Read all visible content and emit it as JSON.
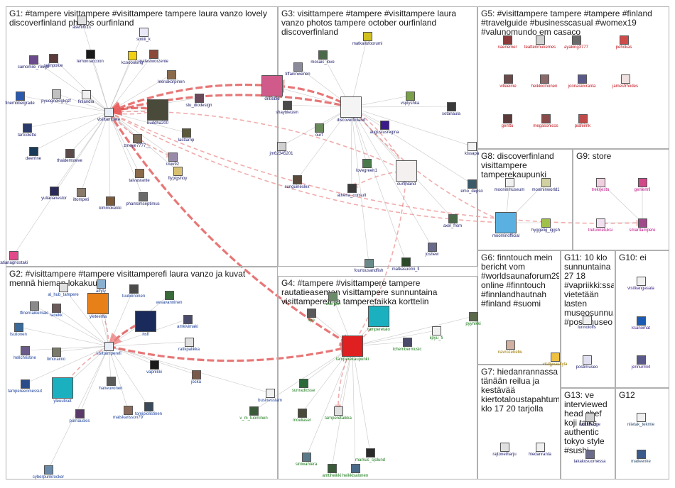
{
  "groups": [
    {
      "id": "G1",
      "title": "G1: #tampere visittampere #visittampere tampere laura vanzo lovely discoverfinland photos ourfinland"
    },
    {
      "id": "G2",
      "title": "G2: #visittampere #tampere visittamperefi laura vanzo ja kuvat mennä hieman lokakuun"
    },
    {
      "id": "G3",
      "title": "G3: visittampere #tampere #visittampere laura vanzo photos tampere october ourfinland discoverfinland"
    },
    {
      "id": "G4",
      "title": "G4: #tampere #visittampere tampere rautatieaseman visittampere sunnuntaina visittamperefi ja tamperetaikka korttelin"
    },
    {
      "id": "G5",
      "title": "G5: #visittampere tampere #tampere #finland #travelguide #businesscasual #womex19 #valunomundo em casaco"
    },
    {
      "id": "G6",
      "title": "G6: finntouch mein bericht vom #worldsaunaforum29... online #finntouch #finnlandhautnah #finland #suomi"
    },
    {
      "id": "G7",
      "title": "G7: hiedanrannassa tänään reilua ja kestävää kiertotaloustapahtuma klo 17 20 tarjolla"
    },
    {
      "id": "G8",
      "title": "G8: discoverfinland visittampere tamperekaupunki"
    },
    {
      "id": "G9",
      "title": "G9: store"
    },
    {
      "id": "G10",
      "title": "G10: ei"
    },
    {
      "id": "G11",
      "title": "G11: 10 klo sunnuntaina 27 18 #vapriikki:ssa vietetään lasten museosunnu... #postimuseo"
    },
    {
      "id": "G12",
      "title": "G12"
    },
    {
      "id": "G13",
      "title": "G13: ve interviewed head chef koji talks authentic tokyo style #sushi"
    }
  ],
  "nodes": [
    {
      "id": "visittampere",
      "g": "G1",
      "color": "#e8eef8",
      "big": false
    },
    {
      "id": "buddha200",
      "g": "G1",
      "color": "#4a4a3a",
      "big": true
    },
    {
      "id": "stu_diodesign",
      "g": "G1",
      "color": "#6a4a5a",
      "big": false
    },
    {
      "id": "lasttamp",
      "g": "G1",
      "color": "#5a5a3a",
      "big": false
    },
    {
      "id": "zmeye7777__",
      "g": "G1",
      "color": "#7a6a5a",
      "big": false
    },
    {
      "id": "uluu92",
      "g": "G1",
      "color": "#9a8aaa",
      "big": false
    },
    {
      "id": "taivasrante",
      "g": "G1",
      "color": "#8a6a4a",
      "big": false
    },
    {
      "id": "flypigshoy",
      "g": "G1",
      "color": "#d8c070",
      "big": false
    },
    {
      "id": "phantomseptimus",
      "g": "G1",
      "color": "#6a6a6a",
      "big": false
    },
    {
      "id": "kimmokekki",
      "g": "G1",
      "color": "#7a5a3a",
      "big": false
    },
    {
      "id": "iltompeti",
      "g": "G1",
      "color": "#8a7a6a",
      "big": false
    },
    {
      "id": "yuliananestor",
      "g": "G1",
      "color": "#2a2a5a",
      "big": false
    },
    {
      "id": "thaidemsteve",
      "g": "G1",
      "color": "#5a4a4a",
      "big": false
    },
    {
      "id": "deerrine",
      "g": "G1",
      "color": "#1a3a5a",
      "big": false
    },
    {
      "id": "tartcolette",
      "g": "G1",
      "color": "#2a3a6a",
      "big": false
    },
    {
      "id": "finembbelgrade",
      "g": "G1",
      "color": "#2a5ab0",
      "big": false
    },
    {
      "id": "pyuogneklgkgzf",
      "g": "G1",
      "color": "#c0c0c0",
      "big": false
    },
    {
      "id": "finlandia",
      "g": "G1",
      "color": "#f0f0f0",
      "big": false
    },
    {
      "id": "camomile_rouge",
      "g": "G1",
      "color": "#6a4a8a",
      "big": false
    },
    {
      "id": "celinpolue",
      "g": "G1",
      "color": "#5a3a3a",
      "big": false
    },
    {
      "id": "lemonraccoon",
      "g": "G1",
      "color": "#1a1a1a",
      "big": false
    },
    {
      "id": "kcooooking",
      "g": "G1",
      "color": "#f0d010",
      "big": false
    },
    {
      "id": "malestworzenie",
      "g": "G1",
      "color": "#8a4a3a",
      "big": false
    },
    {
      "id": "leenakorpinen",
      "g": "G1",
      "color": "#8a6a4a",
      "big": false
    },
    {
      "id": "smiiii_k",
      "g": "G1",
      "color": "#e8e8f8",
      "big": false
    },
    {
      "id": "asenim1s",
      "g": "G1",
      "color": "#e0e0e0",
      "big": false
    },
    {
      "id": "tatianagnostaki",
      "g": "G1",
      "color": "#e04a8a",
      "big": false
    },
    {
      "id": "dribbble",
      "g": "G3",
      "color": "#d05a8a",
      "big": true
    },
    {
      "id": "shaybleizen",
      "g": "G3",
      "color": "#4a4a4a",
      "big": false
    },
    {
      "id": "discoverfinland",
      "g": "G3",
      "color": "#f4f4f4",
      "big": true
    },
    {
      "id": "ourfinland",
      "g": "G3",
      "color": "#f4f0f0",
      "big": true
    },
    {
      "id": "tiffaninwenen",
      "g": "G3",
      "color": "#8a8a9a",
      "big": false
    },
    {
      "id": "mosaic_love",
      "g": "G3",
      "color": "#4a6a4a",
      "big": false
    },
    {
      "id": "matkailufoorumi",
      "g": "G3",
      "color": "#d0c020",
      "big": false
    },
    {
      "id": "vsplyshka",
      "g": "G3",
      "color": "#7aa04a",
      "big": false
    },
    {
      "id": "sotanaula",
      "g": "G3",
      "color": "#3a3a3a",
      "big": false
    },
    {
      "id": "augustusregina",
      "g": "G3",
      "color": "#3a1a8a",
      "big": false
    },
    {
      "id": "ourf",
      "g": "G3",
      "color": "#6a8a5a",
      "big": false
    },
    {
      "id": "jm62345201",
      "g": "G3",
      "color": "#d0d0d0",
      "big": false
    },
    {
      "id": "lovegreen1",
      "g": "G3",
      "color": "#4a7a4a",
      "big": false
    },
    {
      "id": "athena_consult",
      "g": "G3",
      "color": "#3a3a3a",
      "big": false
    },
    {
      "id": "sunguineslex",
      "g": "G3",
      "color": "#5a4a3a",
      "big": false
    },
    {
      "id": "kissapa",
      "g": "G3",
      "color": "#f4f4f4",
      "big": false
    },
    {
      "id": "emo_depso",
      "g": "G3",
      "color": "#3a5a6a",
      "big": false
    },
    {
      "id": "axel_from",
      "g": "G3",
      "color": "#4a6a4a",
      "big": false
    },
    {
      "id": "joshew",
      "g": "G3",
      "color": "#6a6a8a",
      "big": false
    },
    {
      "id": "matkasuomi_fi",
      "g": "G3",
      "color": "#2a4a2a",
      "big": false
    },
    {
      "id": "fourtousandfish",
      "g": "G3",
      "color": "#6a8a8a",
      "big": false
    },
    {
      "id": "visittamperefi",
      "g": "G2",
      "color": "#e8eef8",
      "big": false
    },
    {
      "id": "hsfi",
      "g": "G2",
      "color": "#1a2a5a",
      "big": true
    },
    {
      "id": "yleteema",
      "g": "G2",
      "color": "#e8801a",
      "big": true
    },
    {
      "id": "yleuutiset",
      "g": "G2",
      "color": "#1ab0c0",
      "big": true
    },
    {
      "id": "aifyty",
      "g": "G2",
      "color": "#8ab0d0",
      "big": false
    },
    {
      "id": "tuulioinonen",
      "g": "G2",
      "color": "#4a4a4a",
      "big": false
    },
    {
      "id": "vesavanninen",
      "g": "G2",
      "color": "#3a6a3a",
      "big": false
    },
    {
      "id": "amkivimaki",
      "g": "G2",
      "color": "#4a4a6a",
      "big": false
    },
    {
      "id": "ratikpalikka",
      "g": "G2",
      "color": "#e0e0e0",
      "big": false
    },
    {
      "id": "vapriikki",
      "g": "G2",
      "color": "#1a1a1a",
      "big": false
    },
    {
      "id": "jocka",
      "g": "G2",
      "color": "#7a5a4a",
      "big": false
    },
    {
      "id": "haneuvonen",
      "g": "G2",
      "color": "#5a5a5a",
      "big": false
    },
    {
      "id": "tomipiolistinen",
      "g": "G2",
      "color": "#3a4a5a",
      "big": false
    },
    {
      "id": "matskarisson79",
      "g": "G2",
      "color": "#8a6a5a",
      "big": false
    },
    {
      "id": "purnauskis",
      "g": "G2",
      "color": "#5a3a6a",
      "big": false
    },
    {
      "id": "tampereenmessut",
      "g": "G2",
      "color": "#2a4a8a",
      "big": false
    },
    {
      "id": "timorainio",
      "g": "G2",
      "color": "#7a7a6a",
      "big": false
    },
    {
      "id": "hellchristine",
      "g": "G2",
      "color": "#6a5a8a",
      "big": false
    },
    {
      "id": "lsuiionen",
      "g": "G2",
      "color": "#3a6a9a",
      "big": false
    },
    {
      "id": "ranekk",
      "g": "G2",
      "color": "#6a5a5a",
      "big": false
    },
    {
      "id": "tfinernaikemaki",
      "g": "G2",
      "color": "#8a8a8a",
      "big": false
    },
    {
      "id": "al_hub_tampere",
      "g": "G2",
      "color": "#e0e0e0",
      "big": false
    },
    {
      "id": "cyberpunkrocker",
      "g": "G2",
      "color": "#6a8aaa",
      "big": false
    },
    {
      "id": "businesstam",
      "g": "G2",
      "color": "#f0f0f0",
      "big": false
    },
    {
      "id": "tamperekaupunki",
      "g": "G4",
      "color": "#e02020",
      "big": true
    },
    {
      "id": "tamperetalo",
      "g": "G4",
      "color": "#1ab0c0",
      "big": true
    },
    {
      "id": "womex",
      "g": "G4",
      "color": "#6a8a6a",
      "big": false
    },
    {
      "id": "iipo",
      "g": "G4",
      "color": "#5a5a5a",
      "big": false
    },
    {
      "id": "tchembermusic",
      "g": "G4",
      "color": "#4a4a6a",
      "big": false
    },
    {
      "id": "pyynikki",
      "g": "G4",
      "color": "#5a6a4a",
      "big": false
    },
    {
      "id": "iipyu_fi",
      "g": "G4",
      "color": "#f0f0f0",
      "big": false
    },
    {
      "id": "sunradiosse",
      "g": "G4",
      "color": "#2a6a3a",
      "big": false
    },
    {
      "id": "v_m_tuominen",
      "g": "G4",
      "color": "#3a5a3a",
      "big": false
    },
    {
      "id": "moeliaser",
      "g": "G4",
      "color": "#4a4a3a",
      "big": false
    },
    {
      "id": "tamperetaikka",
      "g": "G4",
      "color": "#e0e0e0",
      "big": false
    },
    {
      "id": "markus_sjolund",
      "g": "G4",
      "color": "#2a2a2a",
      "big": false
    },
    {
      "id": "siniwahtera",
      "g": "G4",
      "color": "#5a7a8a",
      "big": false
    },
    {
      "id": "anttiheikki",
      "g": "G4",
      "color": "#3a5a3a",
      "big": false
    },
    {
      "id": "heikkisalonen",
      "g": "G4",
      "color": "#4a6a8a",
      "big": false
    },
    {
      "id": "naenemer",
      "g": "G5",
      "color": "#8a3a3a",
      "big": false
    },
    {
      "id": "teatterimukemes",
      "g": "G5",
      "color": "#d0d0d0",
      "big": false
    },
    {
      "id": "ayaking3777",
      "g": "G5",
      "color": "#6a6a6a",
      "big": false
    },
    {
      "id": "pehokas",
      "g": "G5",
      "color": "#d04a4a",
      "big": false
    },
    {
      "id": "villeeime",
      "g": "G5",
      "color": "#6a4a4a",
      "big": false
    },
    {
      "id": "heikkiolnonen",
      "g": "G5",
      "color": "#8a6a6a",
      "big": false
    },
    {
      "id": "joonaskivranta",
      "g": "G5",
      "color": "#5a5a8a",
      "big": false
    },
    {
      "id": "jamesfrhodes",
      "g": "G5",
      "color": "#f0e0e0",
      "big": false
    },
    {
      "id": "genttu",
      "g": "G5",
      "color": "#5a3a3a",
      "big": false
    },
    {
      "id": "megasonicos",
      "g": "G5",
      "color": "#8a4a4a",
      "big": false
    },
    {
      "id": "piafeimk",
      "g": "G5",
      "color": "#c04a4a",
      "big": false
    },
    {
      "id": "mooninmuseum",
      "g": "G8",
      "color": "#f0f0f0",
      "big": false
    },
    {
      "id": "moominworld1",
      "g": "G8",
      "color": "#d0d0a0",
      "big": false
    },
    {
      "id": "moominofficial",
      "g": "G8",
      "color": "#5ab0e0",
      "big": true
    },
    {
      "id": "hyggelig_iggsh",
      "g": "G8",
      "color": "#a0c04a",
      "big": false
    },
    {
      "id": "trekrjesto",
      "g": "G9",
      "color": "#f0d0e0",
      "big": false
    },
    {
      "id": "genlemfi",
      "g": "G9",
      "color": "#d04a8a",
      "big": false
    },
    {
      "id": "tretunnetuksi",
      "g": "G9",
      "color": "#f0e0f0",
      "big": false
    },
    {
      "id": "smarttampere",
      "g": "G9",
      "color": "#a04a8a",
      "big": false
    },
    {
      "id": "navrozebebu",
      "g": "G6",
      "color": "#d0b0a0",
      "big": false
    },
    {
      "id": "visitjyvaskyla",
      "g": "G6",
      "color": "#f0c040",
      "big": false
    },
    {
      "id": "rajtonetharju",
      "g": "G7",
      "color": "#e0e0e0",
      "big": false
    },
    {
      "id": "hiedanranta",
      "g": "G7",
      "color": "#f0f0f0",
      "big": false
    },
    {
      "id": "lunnoioffs",
      "g": "G11",
      "color": "#f0f0f0",
      "big": false
    },
    {
      "id": "postimuseo",
      "g": "G11",
      "color": "#e0e0f0",
      "big": false
    },
    {
      "id": "visitkangasala",
      "g": "G10",
      "color": "#f0f0f0",
      "big": false
    },
    {
      "id": "ksanomat",
      "g": "G10",
      "color": "#1a5ab0",
      "big": false
    },
    {
      "id": "jerinurmi4",
      "g": "G10",
      "color": "#5a5a8a",
      "big": false
    },
    {
      "id": "kaikkosuge",
      "g": "G13",
      "color": "#d0d0d0",
      "big": false
    },
    {
      "id": "takakosuomessa",
      "g": "G13",
      "color": "#6a6a8a",
      "big": false
    },
    {
      "id": "niietak_tekmie",
      "g": "G12",
      "color": "#f0f0f0",
      "big": false
    },
    {
      "id": "matleenke",
      "g": "G12",
      "color": "#3a5a8a",
      "big": false
    }
  ],
  "edges": [
    {
      "from": "buddha200",
      "to": "visittampere",
      "strong": true
    },
    {
      "from": "dribbble",
      "to": "visittampere",
      "strong": true
    },
    {
      "from": "discoverfinland",
      "to": "visittampere",
      "strong": true
    },
    {
      "from": "ourfinland",
      "to": "visittampere",
      "strong": false
    },
    {
      "from": "visittampere",
      "to": "tamperekaupunki",
      "strong": true
    },
    {
      "from": "visittamperefi",
      "to": "tamperekaupunki",
      "strong": true
    },
    {
      "from": "hsfi",
      "to": "visittamperefi",
      "strong": true
    },
    {
      "from": "discoverfinland",
      "to": "dribbble",
      "strong": true
    },
    {
      "from": "ourfinland",
      "to": "discoverfinland",
      "strong": false
    },
    {
      "from": "tamperekaupunki",
      "to": "tamperetalo",
      "strong": false
    },
    {
      "from": "tamperekaupunki",
      "to": "ourfinland",
      "strong": false
    },
    {
      "from": "visittampere",
      "to": "moominofficial",
      "strong": false
    },
    {
      "from": "visittampere",
      "to": "smarttampere",
      "strong": false
    },
    {
      "from": "discoverfinland",
      "to": "moominofficial",
      "strong": false
    },
    {
      "from": "tamperekaupunki",
      "to": "tamperetaikka",
      "strong": false
    },
    {
      "from": "visittamperefi",
      "to": "yleteema",
      "strong": false
    },
    {
      "from": "visittamperefi",
      "to": "yleuutiset",
      "strong": false
    },
    {
      "from": "visittampere",
      "to": "buddha200",
      "strong": false
    },
    {
      "from": "visittampere",
      "to": "uluu92",
      "strong": false
    },
    {
      "from": "ourfinland",
      "to": "athena_consult",
      "strong": false
    }
  ]
}
